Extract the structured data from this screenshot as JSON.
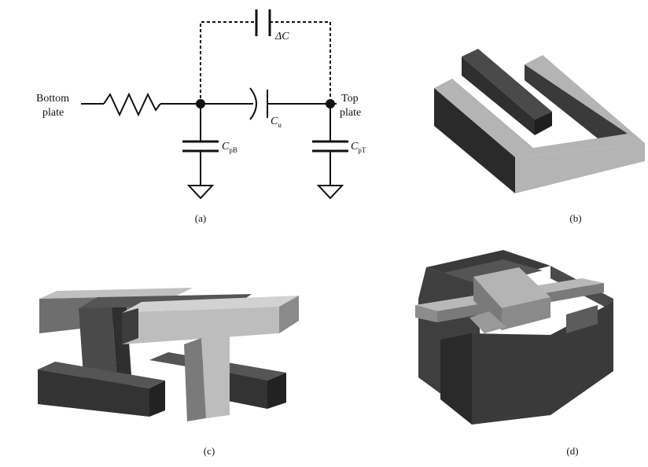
{
  "panels": {
    "a": {
      "caption": "(a)",
      "labels": {
        "bottom_plate_line1": "Bottom",
        "bottom_plate_line2": "plate",
        "top_plate_line1": "Top",
        "top_plate_line2": "plate",
        "delta_c": "ΔC",
        "cu_main": "C",
        "cu_sub": "u",
        "cpb_main": "C",
        "cpb_sub": "pB",
        "cpt_main": "C",
        "cpt_sub": "pT"
      }
    },
    "b": {
      "caption": "(b)"
    },
    "c": {
      "caption": "(c)"
    },
    "d": {
      "caption": "(d)"
    }
  },
  "colors": {
    "line": "#111111",
    "light_face": "#b4b4b4",
    "mid_face": "#6e6e6e",
    "dark_face": "#3a3a3a",
    "darker_face": "#2a2a2a"
  }
}
